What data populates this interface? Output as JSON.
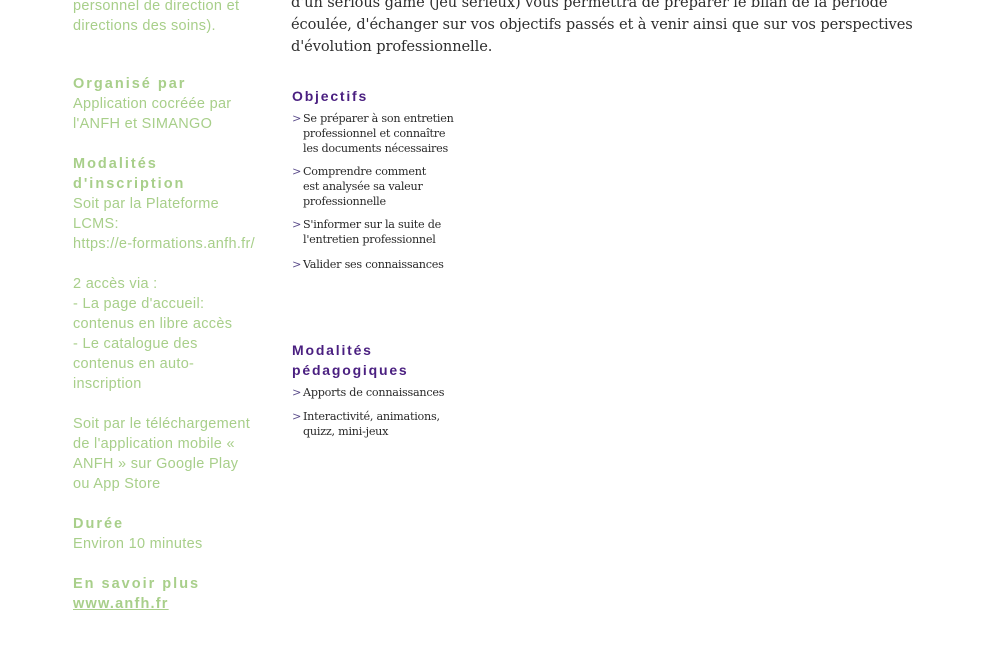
{
  "left": {
    "intro_lines": [
      "personnel de direction et",
      "directions des soins)."
    ],
    "organise_label": "Organisé par",
    "organise_lines": [
      "Application cocréée par",
      "l'ANFH et SIMANGO"
    ],
    "modalites_label_lines": [
      "Modalités",
      "d'inscription"
    ],
    "modalites_lines": [
      "Soit par la Plateforme",
      "LCMS:",
      "https://e-formations.anfh.fr/"
    ],
    "acces_lines": [
      "2 accès via :",
      "- La page d'accueil:",
      "contenus en libre accès",
      "- Le catalogue des",
      "contenus en auto-",
      "inscription"
    ],
    "telechargement_lines": [
      "Soit par le téléchargement",
      "de l'application mobile «",
      "ANFH » sur Google Play",
      "ou App Store"
    ],
    "duree_label": "Durée",
    "duree_value": "Environ 10 minutes",
    "savoir_label": "En savoir plus",
    "savoir_link": "www.anfh.fr"
  },
  "intro": {
    "lines": [
      "d'un serious game (jeu sérieux) vous permettra de préparer le bilan de la période",
      "écoulée, d'échanger sur vos objectifs passés et à venir ainsi que sur vos perspectives",
      "d'évolution professionnelle."
    ]
  },
  "objectifs": {
    "heading": "Objectifs",
    "marker": ">",
    "items": [
      [
        "Se préparer à son entretien",
        "professionnel et connaître",
        "les documents nécessaires"
      ],
      [
        "Comprendre comment",
        "est analysée sa valeur",
        "professionnelle"
      ],
      [
        "S'informer sur la suite de",
        "l'entretien professionnel"
      ],
      [
        "Valider ses connaissances"
      ]
    ]
  },
  "pedagogiques": {
    "heading_lines": [
      "Modalités",
      "pédagogiques"
    ],
    "marker": ">",
    "items": [
      [
        "Apports de connaissances"
      ],
      [
        "Interactivité, animations,",
        "quizz, mini-jeux"
      ]
    ]
  },
  "colors": {
    "green": "#a8cf8a",
    "purple": "#4a1f80",
    "text": "#2f2f2f"
  }
}
